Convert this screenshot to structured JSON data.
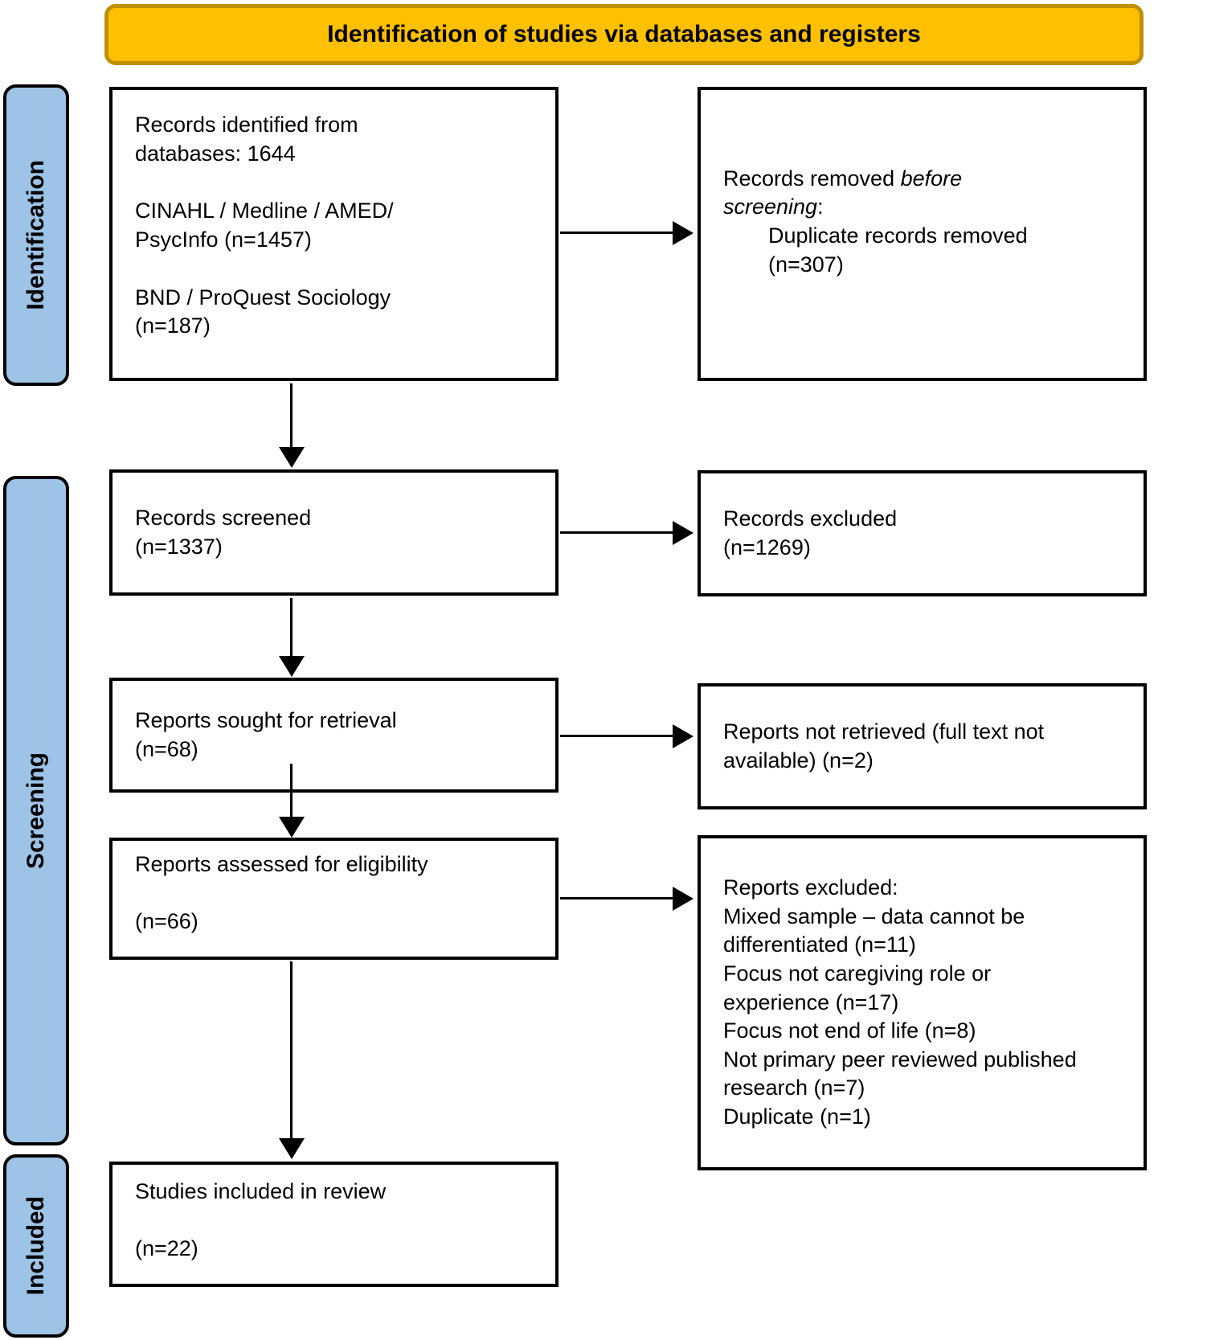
{
  "header": {
    "title": "Identification of studies via databases and registers"
  },
  "stages": {
    "identification": "Identification",
    "screening": "Screening",
    "included": "Included"
  },
  "boxes": {
    "records_identified": {
      "p1": "Records identified from\ndatabases: 1644",
      "p2": "CINAHL / Medline / AMED/\nPsycInfo (n=1457)",
      "p3": "BND / ProQuest Sociology\n(n=187)"
    },
    "records_removed": {
      "lead": "Records removed ",
      "emphasis": "before\nscreening",
      "tail": ":",
      "detail": "Duplicate records removed\n(n=307)"
    },
    "records_screened": {
      "text": "Records screened\n(n=1337)"
    },
    "records_excluded": {
      "text": "Records excluded\n(n=1269)"
    },
    "reports_sought": {
      "text": "Reports sought for retrieval\n(n=68)"
    },
    "reports_not_retrieved": {
      "text": "Reports not retrieved (full text not\navailable) (n=2)"
    },
    "reports_assessed": {
      "text": "Reports assessed for eligibility\n\n(n=66)"
    },
    "reports_excluded": {
      "title": "Reports excluded:",
      "reasons": [
        "Mixed sample – data cannot be\ndifferentiated (n=11)",
        "Focus not caregiving role or\nexperience (n=17)",
        "Focus not end of life (n=8)",
        "Not primary peer reviewed published\nresearch (n=7)",
        "Duplicate (n=1)"
      ]
    },
    "studies_included": {
      "text": "Studies included in review\n\n(n=22)"
    }
  },
  "colors": {
    "banner_fill": "#FFC000",
    "banner_border": "#BF9000",
    "stage_fill": "#9DC3E6",
    "box_border": "#000000",
    "arrow": "#000000"
  }
}
